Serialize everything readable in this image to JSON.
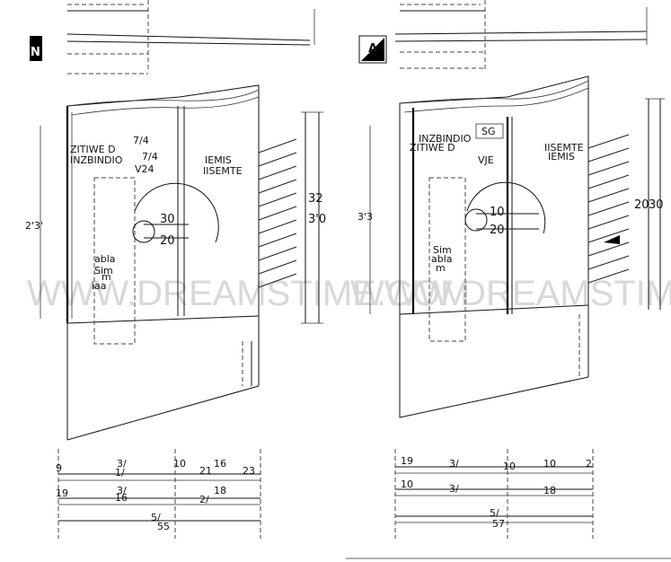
{
  "left_view": {
    "marker": "N",
    "labels": {
      "zone_a": "ZITIWE D",
      "zone_a2": "INZBINDIO",
      "zone_b": "IEMIS",
      "zone_b2": "IISEMTE",
      "angle_a": "7/4",
      "angle_b": "7/4",
      "angle_c": "V24",
      "dim_ring_top": "30",
      "dim_ring_bottom": "20",
      "table_label": "abla",
      "table_label2": "Sim",
      "table_label3": "m",
      "table_label4": "iaa",
      "vertical_left": "2'3'",
      "vertical_right_a": "32",
      "vertical_right_b": "3'0"
    },
    "bottom_dims": {
      "row1": [
        "9",
        "3/",
        "1/",
        "10",
        "21",
        "16",
        "23"
      ],
      "row2": [
        "19",
        "3/",
        "16",
        "2/",
        "18"
      ],
      "total": "5/",
      "total_sub": "55"
    }
  },
  "right_view": {
    "marker": "A",
    "labels": {
      "zone_a": "ZITIWE D",
      "zone_a2": "INZBINDIO",
      "zone_b": "IISEMTE",
      "zone_b2": "IEMIS",
      "top_tag": "SG",
      "side_tag": "VJE",
      "ring_top": "10",
      "ring_bottom": "20",
      "table_label": "Sim",
      "table_label2": "abla",
      "table_label3": "m",
      "vertical_left": "3'3",
      "vertical_right_a": "20",
      "vertical_right_b": "30"
    },
    "bottom_dims": {
      "row1": [
        "19",
        "3/",
        "10",
        "10",
        "2"
      ],
      "row2": [
        "10",
        "3/",
        "18"
      ],
      "total": "5/",
      "total_sub": "57"
    }
  },
  "watermark": "WWW.DREAMSTIME.COM"
}
